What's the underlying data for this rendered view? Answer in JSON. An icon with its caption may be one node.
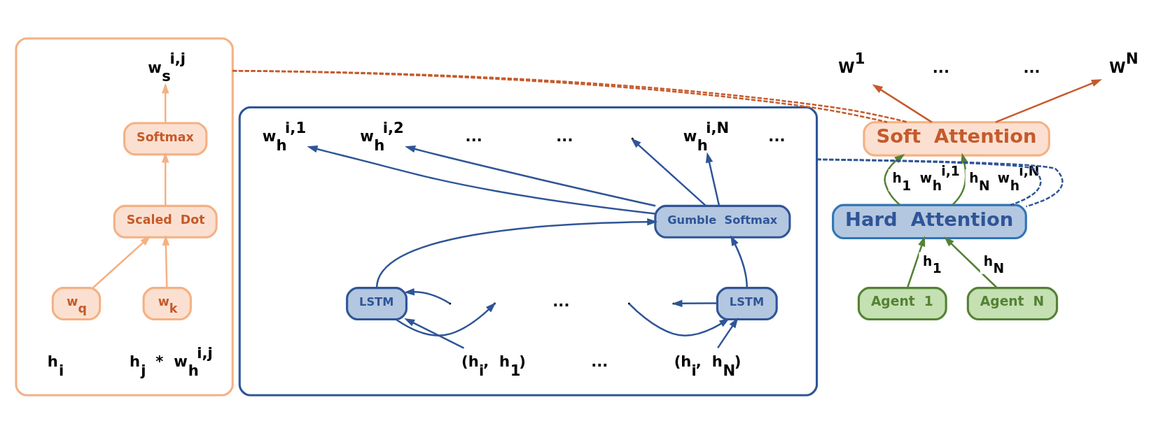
{
  "diagram": {
    "nodes": [
      {
        "text": [],
        "shape": "box"
      },
      {
        "text": [
          "w$_{s}$$^{i,j}$"
        ],
        "in": 0
      },
      {
        "text": [
          "Softmax"
        ],
        "in": 0
      },
      {
        "text": [
          "Scaled Dot"
        ],
        "in": 0
      },
      {
        "text": [
          "w$_{q}$"
        ],
        "in": 0
      },
      {
        "text": [
          "w$_{k}$"
        ],
        "in": 0
      },
      {
        "text": [
          "W$^{1}$"
        ]
      },
      {
        "text": [
          "W$^{N}$"
        ]
      },
      {
        "text": [
          "Soft Attention"
        ]
      },
      {
        "text": [
          "Hard Attention"
        ]
      },
      {
        "text": [
          "Agent 1"
        ]
      },
      {
        "text": [
          "Agent N"
        ]
      },
      {
        "text": [],
        "shape": "box"
      },
      {
        "text": [
          "w$_{h}$$^{i,1}$"
        ],
        "in": 12
      },
      {
        "text": [
          "w$_{h}$$^{i,2}$"
        ],
        "in": 12
      },
      {
        "text": [
          "w$_{h}$$^{i,N}$"
        ],
        "in": 12
      },
      {
        "text": [
          "Gumble Softmax"
        ],
        "in": 12
      },
      {
        "text": [
          "LSTM"
        ],
        "in": 12
      },
      {
        "text": [
          "LSTM"
        ],
        "in": 12
      },
      {
        "text": [
          "(h$_{i}$, h$_{1}$)"
        ],
        "in": 12
      },
      {
        "text": [
          "(h$_{i}$, h$_{N}$)"
        ],
        "in": 12
      }
    ],
    "edges": [
      {
        "from": 4,
        "to": 3,
        "arrow": "to",
        "color": "#f4b183"
      },
      {
        "from": 5,
        "to": 3,
        "arrow": "to",
        "color": "#f4b183"
      },
      {
        "from": 3,
        "to": 2,
        "arrow": "to",
        "color": "#f4b183"
      },
      {
        "from": 2,
        "to": 1,
        "arrow": "to",
        "color": "#f4b183"
      },
      {
        "from": 8,
        "to": 6,
        "arrow": "to",
        "color": "#c55a2b"
      },
      {
        "from": 8,
        "to": 7,
        "arrow": "to",
        "color": "#c55a2b"
      },
      {
        "from": 10,
        "to": 9,
        "arrow": "to",
        "label": "h$_{1}$",
        "color": "#548235"
      },
      {
        "from": 11,
        "to": 9,
        "arrow": "to",
        "label": "h$_{N}$",
        "color": "#548235"
      },
      {
        "from": 9,
        "to": 8,
        "arrow": "to",
        "label": "h$_{1}$ w$_{h}$$^{i,1}$",
        "color": "#548235"
      },
      {
        "from": 9,
        "to": 8,
        "arrow": "to",
        "label": "h$_{N}$ w$_{h}$$^{i,N}$",
        "color": "#548235"
      },
      {
        "from": 0,
        "to": 8,
        "arrow": "none",
        "style": "dashed",
        "color": "#c55a2b"
      },
      {
        "from": 0,
        "to": 8,
        "arrow": "none",
        "style": "dashed",
        "color": "#c55a2b"
      },
      {
        "from": 12,
        "to": 9,
        "arrow": "none",
        "style": "dashed"
      },
      {
        "from": 12,
        "to": 9,
        "arrow": "none",
        "style": "dashed"
      },
      {
        "from": 19,
        "to": 17,
        "arrow": "to"
      },
      {
        "from": 20,
        "to": 18,
        "arrow": "to"
      },
      {
        "from": 17,
        "to": 16,
        "arrow": "to"
      },
      {
        "from": 18,
        "to": 16,
        "arrow": "to"
      },
      {
        "from": 16,
        "to": 13,
        "arrow": "to"
      },
      {
        "from": 16,
        "to": 14,
        "arrow": "to"
      },
      {
        "from": 16,
        "to": null,
        "arrow": "to"
      },
      {
        "from": 16,
        "to": 15,
        "arrow": "to"
      },
      {
        "from": 17,
        "to": null,
        "arrow": "to"
      },
      {
        "from": null,
        "to": 17,
        "arrow": "to"
      },
      {
        "from": null,
        "to": 18,
        "arrow": "to"
      },
      {
        "from": 18,
        "to": null,
        "arrow": "to"
      }
    ],
    "labels": [
      "...",
      "...",
      "h$_{i}$",
      "h$_{j}$ * w$_{h}$$^{i,j}$",
      "...",
      "...",
      "...",
      "...",
      "..."
    ]
  }
}
